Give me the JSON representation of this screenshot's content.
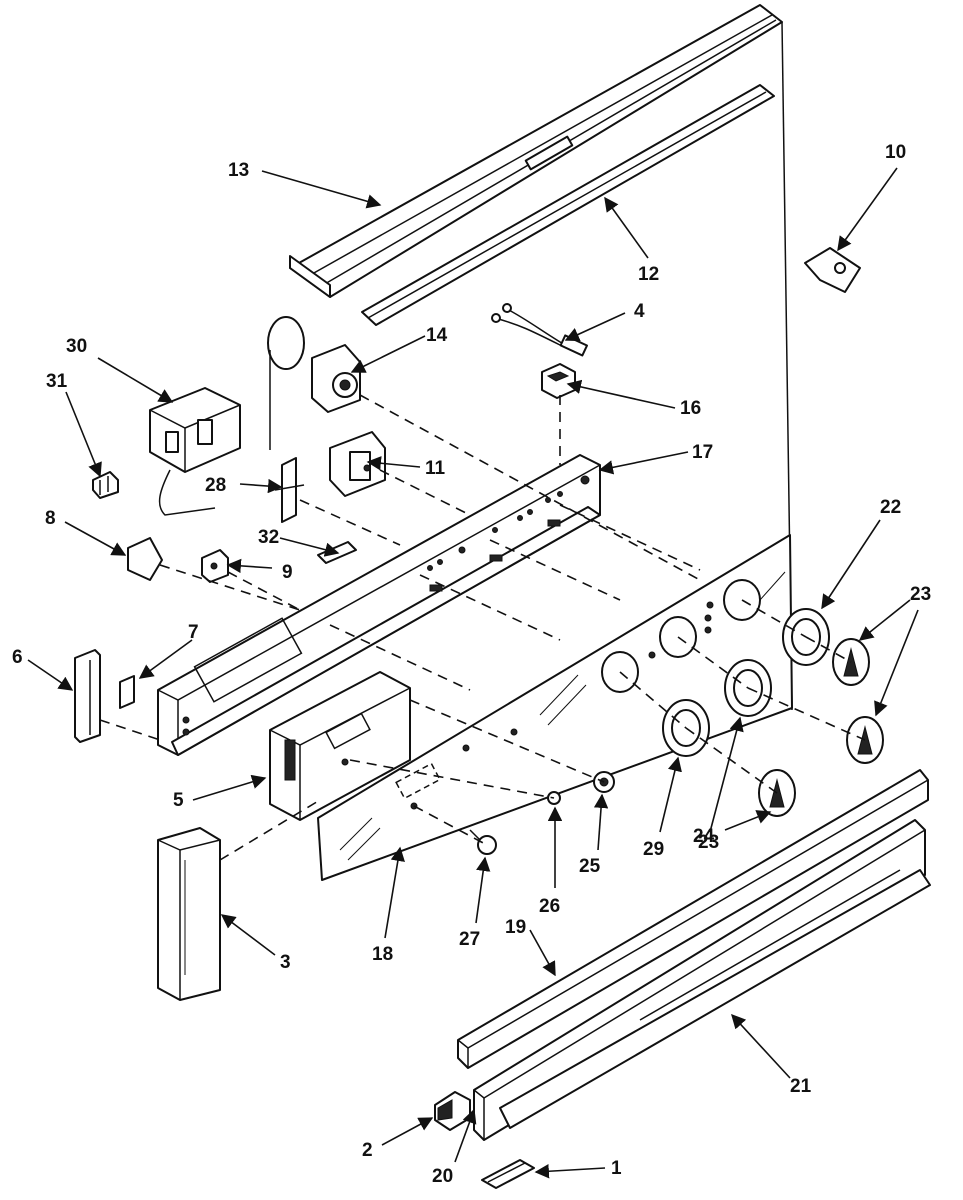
{
  "callouts": [
    "1",
    "2",
    "3",
    "4",
    "5",
    "6",
    "7",
    "8",
    "9",
    "10",
    "11",
    "12",
    "13",
    "14",
    "16",
    "17",
    "18",
    "19",
    "20",
    "21",
    "22",
    "23",
    "23",
    "23",
    "24",
    "25",
    "26",
    "27",
    "28",
    "29",
    "30",
    "31",
    "32"
  ]
}
